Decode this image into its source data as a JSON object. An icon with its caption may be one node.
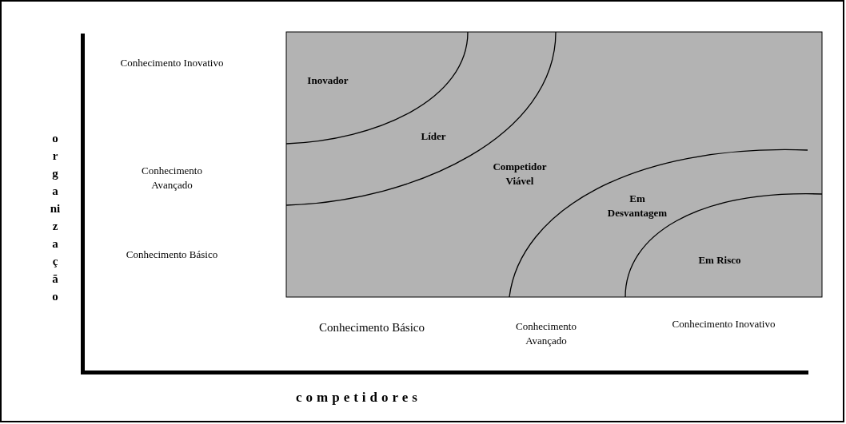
{
  "diagram": {
    "labels": [
      "Conhecimento Inovativo",
      "Inovador",
      "Líder",
      "organização",
      "Conhecimento Avançado",
      "Competidor Viável",
      "Em Desvantagem",
      "Conhecimento Básico",
      "Em Risco",
      "Conhecimento Básico",
      "Conhecimento Avançado",
      "Conhecimento Inovativo",
      "competidores"
    ]
  }
}
